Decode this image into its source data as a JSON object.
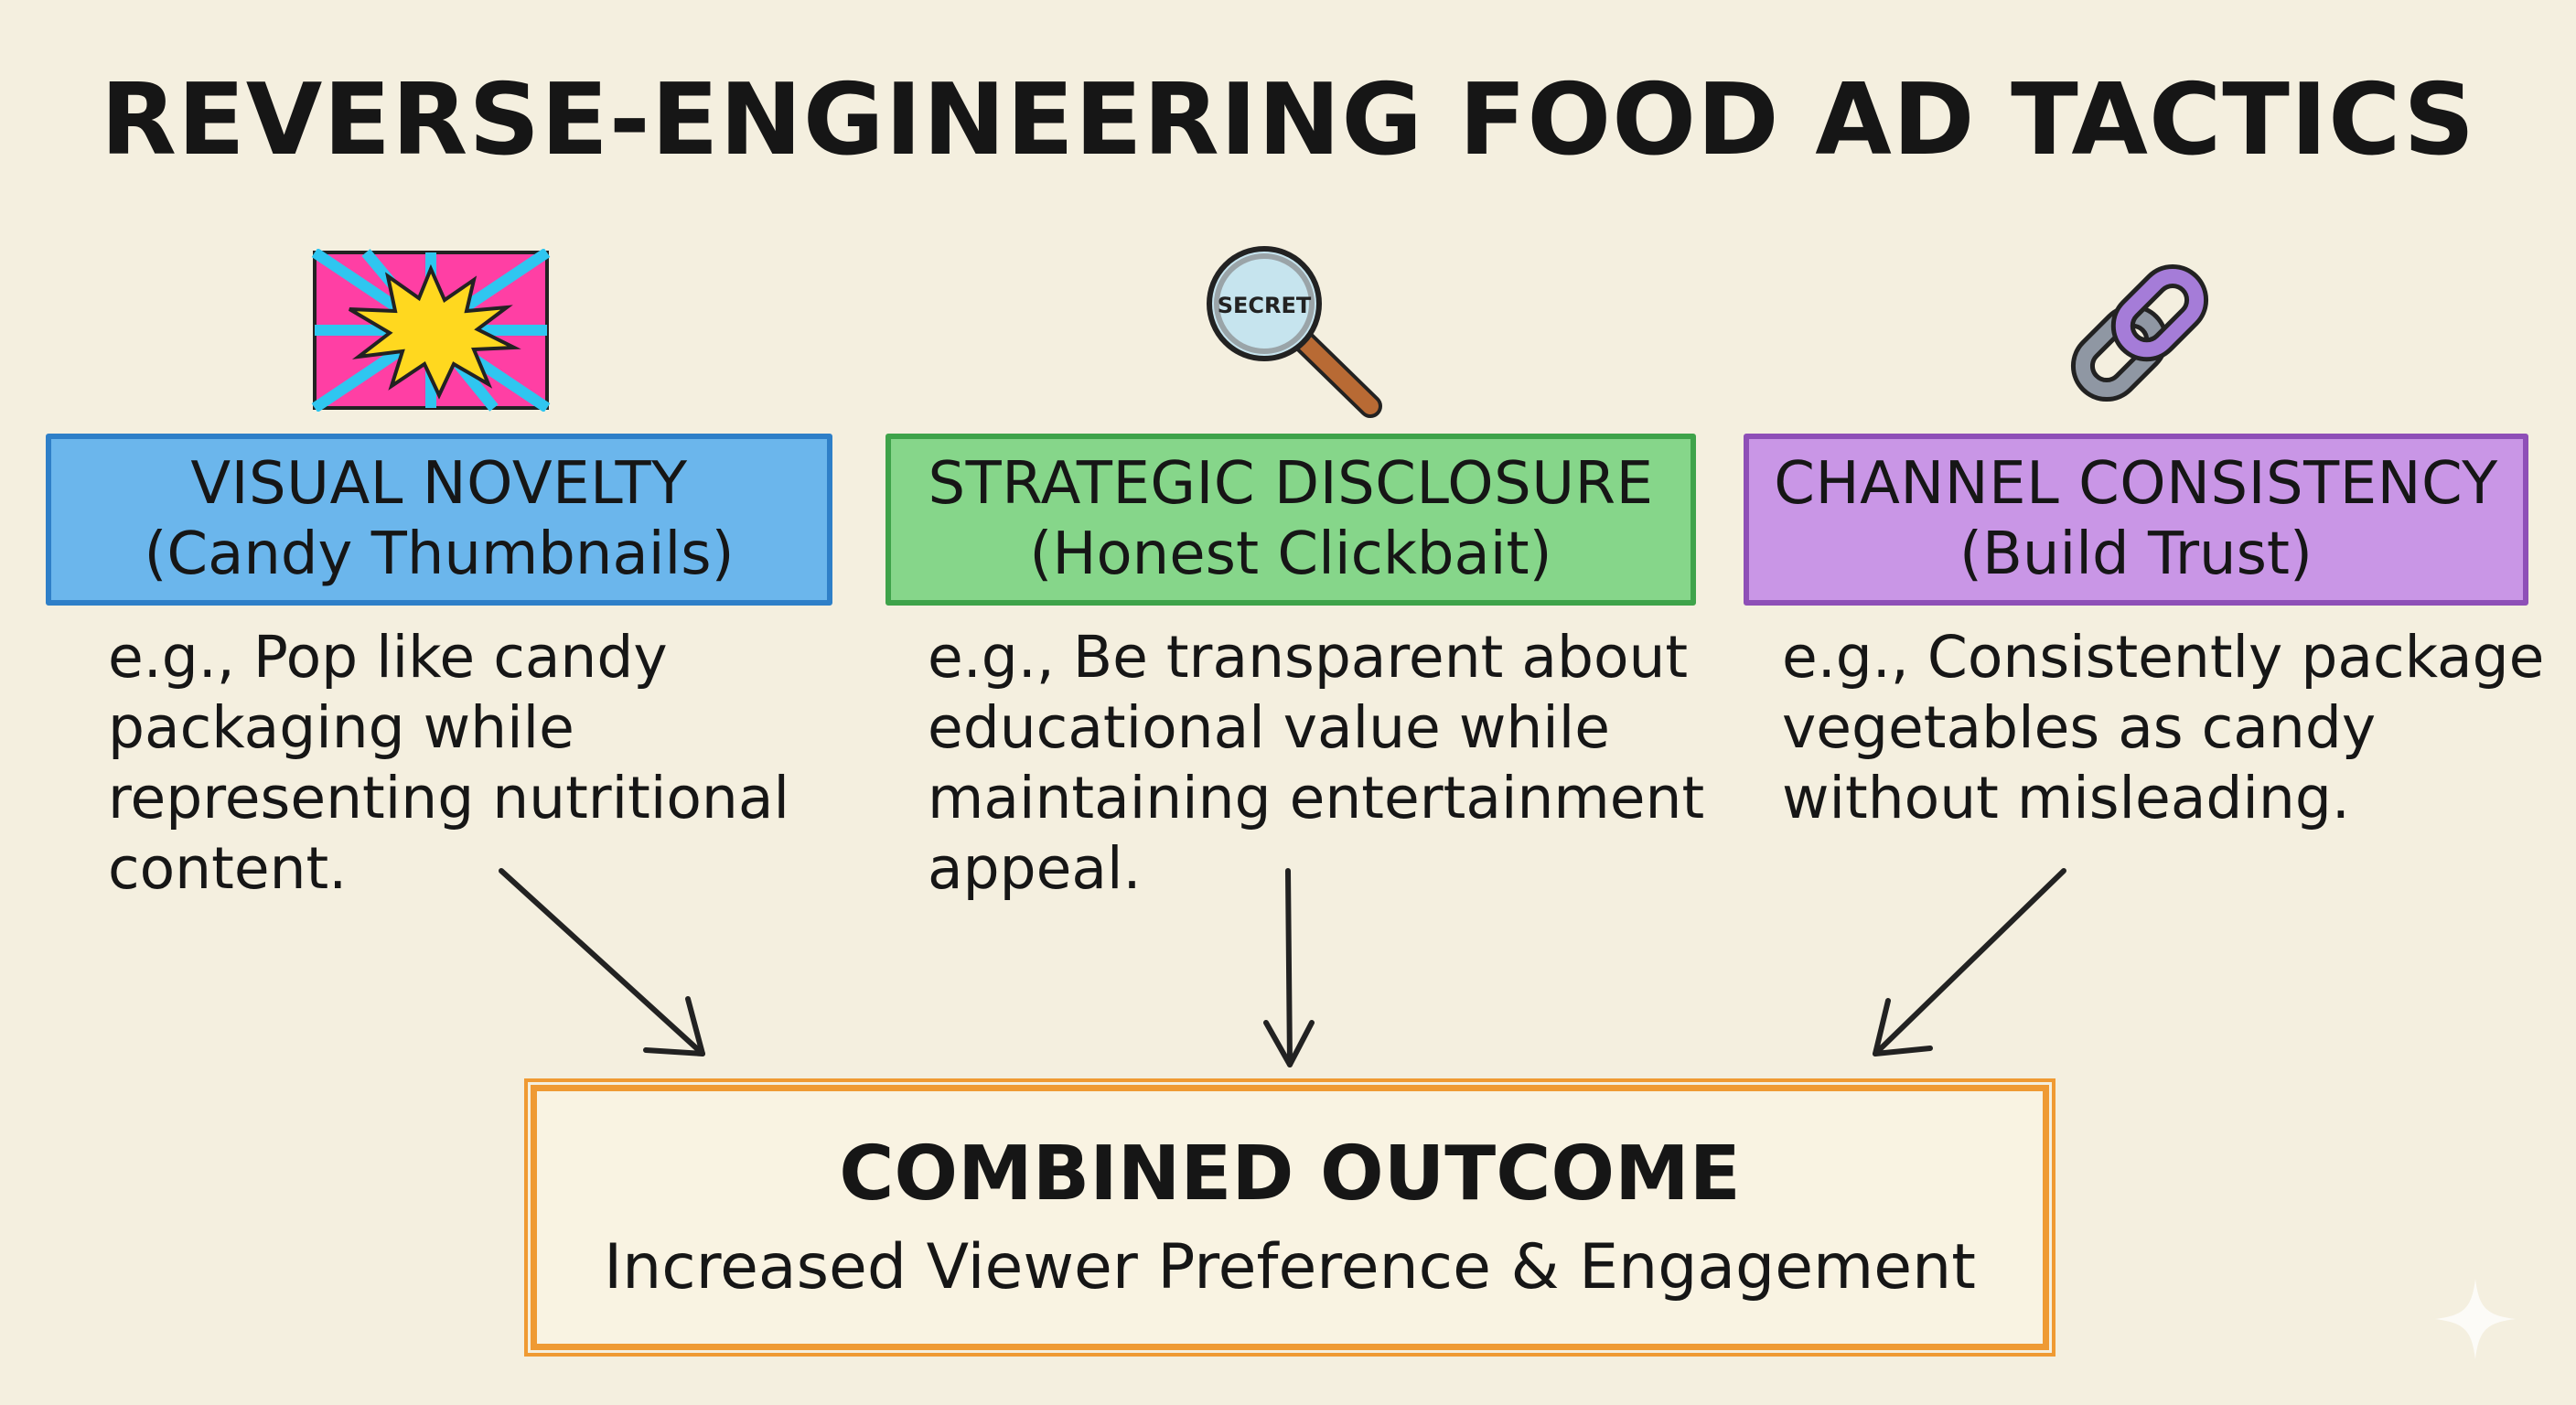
{
  "title": "REVERSE-ENGINEERING FOOD AD TACTICS",
  "columns": [
    {
      "icon": "comic-burst-icon",
      "heading": "VISUAL NOVELTY",
      "subheading": "(Candy Thumbnails)",
      "description": "e.g., Pop like candy packaging while representing nutritional content.",
      "color": "#6bb6ec",
      "border_color": "#2e7fc8"
    },
    {
      "icon": "magnifying-glass-secret-icon",
      "icon_text": "SECRET",
      "heading": "STRATEGIC DISCLOSURE",
      "subheading": "(Honest Clickbait)",
      "description": "e.g., Be transparent about educational value while maintaining entertainment appeal.",
      "color": "#86d68a",
      "border_color": "#3ea34a"
    },
    {
      "icon": "chain-link-icon",
      "heading": "CHANNEL CONSISTENCY",
      "subheading": "(Build Trust)",
      "description": "e.g., Consistently package vegetables as candy without misleading.",
      "color": "#c996e6",
      "border_color": "#8e4fb7"
    }
  ],
  "outcome": {
    "title": "COMBINED OUTCOME",
    "subtitle": "Increased Viewer Preference & Engagement",
    "border_color": "#ef9a33"
  },
  "background_color": "#f4efdf",
  "corner_icon": "sparkle-icon"
}
